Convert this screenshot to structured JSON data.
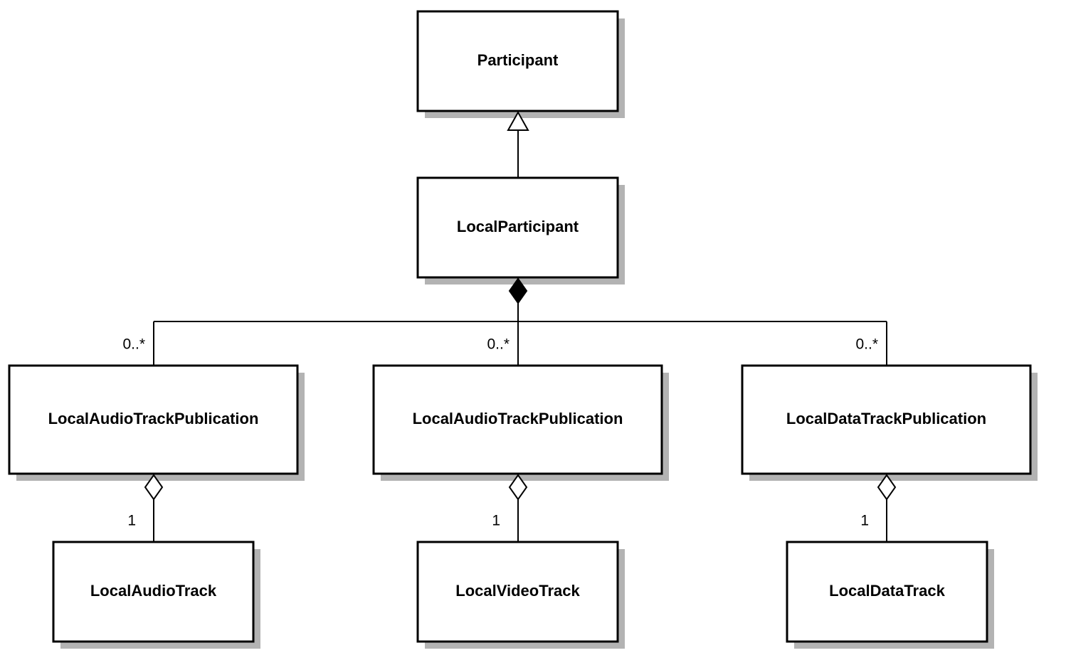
{
  "classes": {
    "participant": "Participant",
    "local_participant": "LocalParticipant",
    "pub_left": "LocalAudioTrackPublication",
    "pub_center": "LocalAudioTrackPublication",
    "pub_right": "LocalDataTrackPublication",
    "track_left": "LocalAudioTrack",
    "track_center": "LocalVideoTrack",
    "track_right": "LocalDataTrack"
  },
  "multiplicities": {
    "pub_left": "0..*",
    "pub_center": "0..*",
    "pub_right": "0..*",
    "track_left": "1",
    "track_center": "1",
    "track_right": "1"
  },
  "relationships": [
    {
      "from": "LocalParticipant",
      "to": "Participant",
      "type": "generalization"
    },
    {
      "from": "LocalParticipant",
      "to": "LocalAudioTrackPublication",
      "type": "composition"
    },
    {
      "from": "LocalParticipant",
      "to": "LocalAudioTrackPublication",
      "type": "composition"
    },
    {
      "from": "LocalParticipant",
      "to": "LocalDataTrackPublication",
      "type": "composition"
    },
    {
      "from": "LocalAudioTrackPublication",
      "to": "LocalAudioTrack",
      "type": "aggregation"
    },
    {
      "from": "LocalAudioTrackPublication",
      "to": "LocalVideoTrack",
      "type": "aggregation"
    },
    {
      "from": "LocalDataTrackPublication",
      "to": "LocalDataTrack",
      "type": "aggregation"
    }
  ]
}
